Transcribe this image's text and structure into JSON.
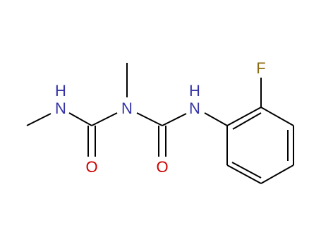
{
  "diagram": {
    "kind": "chemical-structure",
    "atoms": {
      "nh_left": "H",
      "n_left": "N",
      "o_left": "O",
      "n_center": "N",
      "o_right": "O",
      "nh_right_h": "H",
      "n_right": "N",
      "fluorine": "F"
    },
    "colors": {
      "bond": "#000000",
      "nitrogen": "#3333a6",
      "oxygen": "#cc0000",
      "fluorine": "#8a6a12"
    }
  }
}
